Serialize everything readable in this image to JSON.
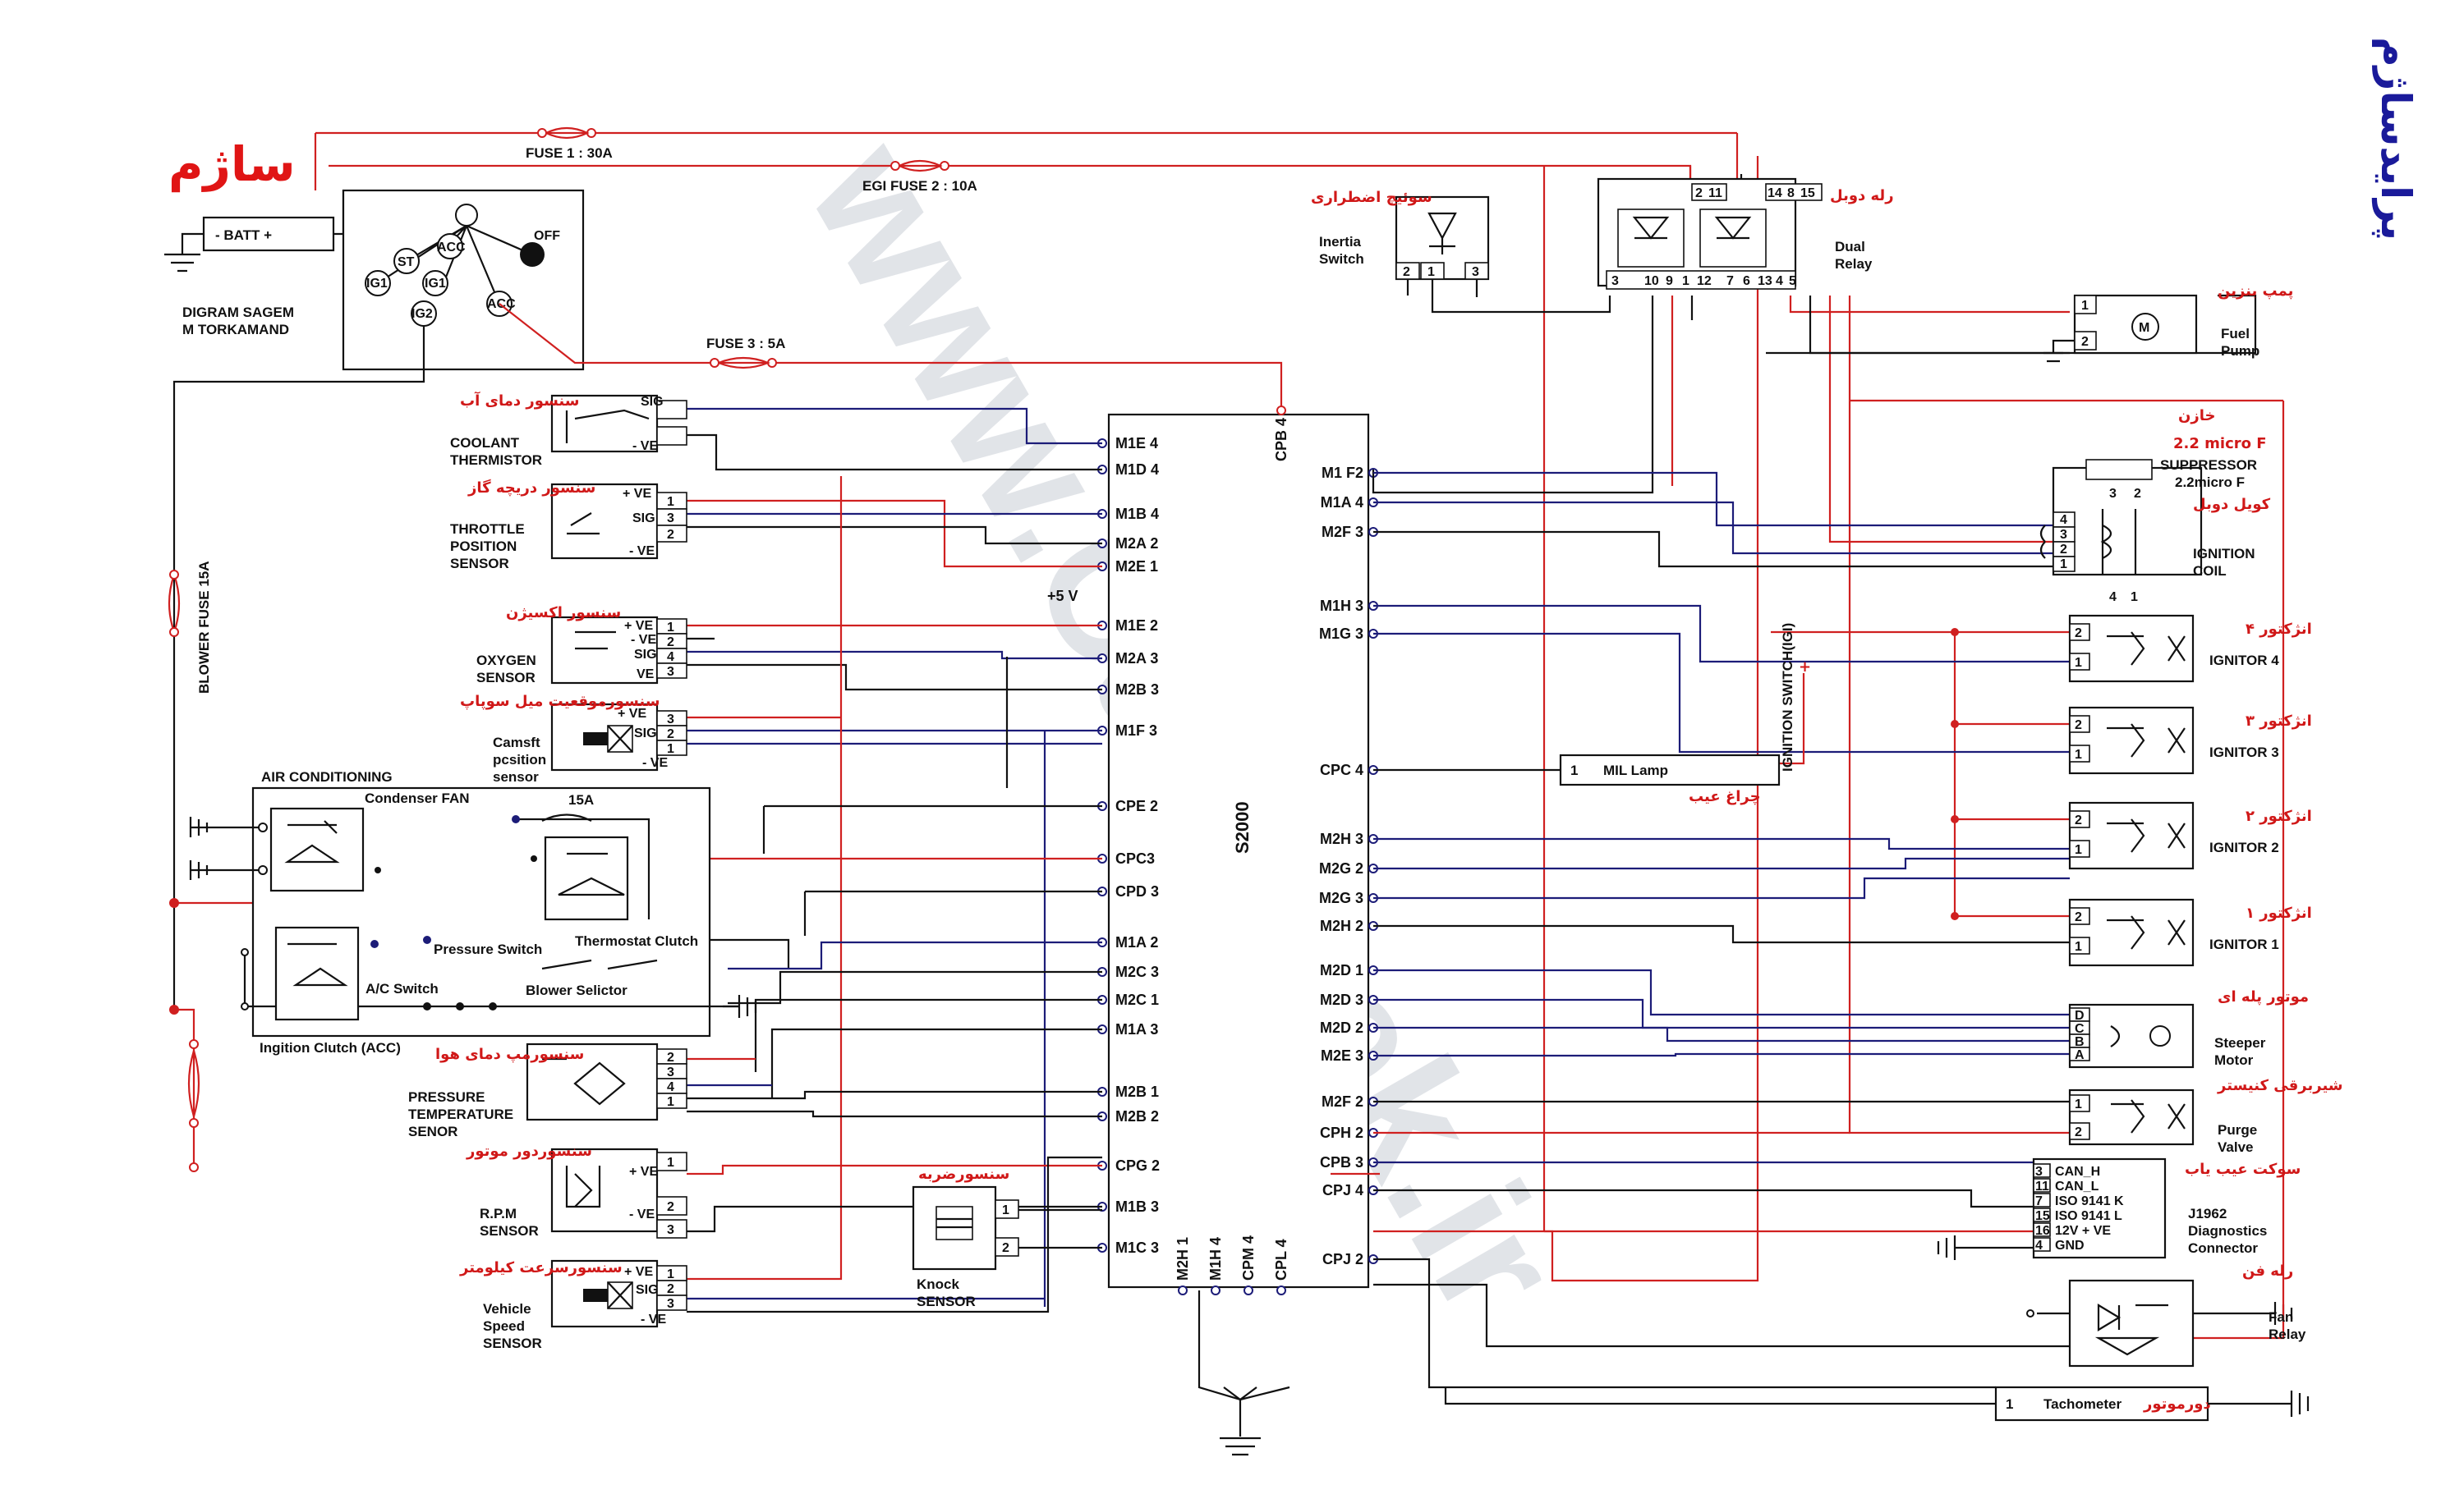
{
  "header": {
    "brand": "پرایدساژم",
    "title": "ساژم",
    "diagram_caption_1": "DIGRAM SAGEM",
    "diagram_caption_2": "M TORKAMAND",
    "watermark": "www.CarGeek.ir"
  },
  "power": {
    "battery": "- BATT +",
    "fuse_1": "FUSE 1 : 30A",
    "fuse_2": "EGI FUSE 2 : 10A",
    "fuse_3": "FUSE 3 : 5A",
    "blower_fuse": "BLOWER FUSE 15A",
    "ignition_positions": [
      "ST",
      "ACC",
      "OFF",
      "IG1",
      "IG1",
      "IG2",
      "ACC"
    ]
  },
  "ecu": {
    "name": "S2000",
    "plus5v": "+5 V",
    "left_pins": [
      "M1E 4",
      "M1D 4",
      "M1B 4",
      "M2A 2",
      "M2E 1",
      "M1E 2",
      "M2A 3",
      "M2B 3",
      "M1F 3",
      "CPE 2",
      "CPC3",
      "CPD 3",
      "M1A 2",
      "M2C 3",
      "M2C 1",
      "M1A 3",
      "M2B 1",
      "M2B 2",
      "CPG 2",
      "M1B 3",
      "M1C 3"
    ],
    "right_pins": [
      "M1 F2",
      "M1A 4",
      "M2F 3",
      "M1H 3",
      "M1G 3",
      "CPC 4",
      "M2H 3",
      "M2G 2",
      "M2G 3",
      "M2H 2",
      "M2D 1",
      "M2D 3",
      "M2D 2",
      "M2E 3",
      "M2F 2",
      "CPH 2",
      "CPB 3",
      "CPJ 4",
      "CPJ 2"
    ],
    "bottom_pins": [
      "M2H 1",
      "M1H 4",
      "CPM 4",
      "CPL 4"
    ],
    "top_pin": "CPB 4"
  },
  "left_components": [
    {
      "fa": "سنسور دمای آب",
      "en": [
        "COOLANT",
        "THERMISTOR"
      ],
      "pins": [
        "SIG",
        "- VE"
      ]
    },
    {
      "fa": "سنسور دریچه گاز",
      "en": [
        "THROTTLE",
        "POSITION",
        "SENSOR"
      ],
      "pins": [
        "+ VE",
        "SIG",
        "- VE"
      ],
      "nums": [
        "1",
        "3",
        "2"
      ]
    },
    {
      "fa": "سنسور اکسیژن",
      "en": [
        "OXYGEN",
        "SENSOR"
      ],
      "pins": [
        "+ VE",
        "- VE",
        "SIG",
        "VE"
      ],
      "nums": [
        "1",
        "2",
        "4",
        "3"
      ]
    },
    {
      "fa": "سنسورموقعیت میل سوپاپ",
      "en": [
        "Camsft",
        "pcsition",
        "sensor"
      ],
      "pins": [
        "+ VE",
        "SIG",
        "- VE"
      ],
      "nums": [
        "3",
        "2",
        "1"
      ]
    },
    {
      "fa": "سنسورمپ دمای هوا",
      "en": [
        "PRESSURE",
        "TEMPERATURE",
        "SENOR"
      ],
      "nums": [
        "2",
        "3",
        "4",
        "1"
      ]
    },
    {
      "fa": "سنسوردور موتور",
      "en": [
        "R.P.M",
        "SENSOR"
      ],
      "pins": [
        "+ VE",
        "- VE"
      ],
      "nums": [
        "1",
        "2",
        "3"
      ]
    },
    {
      "fa": "سنسورسرعت کیلومتر",
      "en": [
        "Vehicle",
        "Speed",
        "SENSOR"
      ],
      "pins": [
        "+ VE",
        "SIG",
        "- VE"
      ],
      "nums": [
        "1",
        "2",
        "3"
      ]
    }
  ],
  "ac": {
    "title": "AIR CONDITIONING",
    "condenser": "Condenser FAN",
    "fuse": "15A",
    "pressure_switch": "Pressure Switch",
    "thermostat": "Thermostat Clutch",
    "ac_switch": "A/C Switch",
    "blower": "Blower Selictor",
    "clutch": "Ingition Clutch (ACC)"
  },
  "knock": {
    "fa": "سنسورضربه",
    "en": [
      "Knock",
      "SENSOR"
    ],
    "nums": [
      "1",
      "2"
    ]
  },
  "right_components": {
    "inertia": {
      "fa": "سوئیچ اضطراری",
      "en": [
        "Inertia",
        "Switch"
      ],
      "nums": [
        "2",
        "1",
        "3"
      ]
    },
    "dual_relay": {
      "fa": "رله دوبل",
      "en": [
        "Dual",
        "Relay"
      ],
      "top_nums": [
        "2",
        "11",
        "14",
        "8",
        "15"
      ],
      "bottom_nums": [
        "3",
        "10",
        "9",
        "1",
        "12",
        "7",
        "6",
        "13",
        "4",
        "5"
      ]
    },
    "fuel_pump": {
      "fa": "پمپ بنزین",
      "en": [
        "Fuel",
        "Pump"
      ],
      "nums": [
        "1",
        "2"
      ]
    },
    "suppressor": {
      "fa": "خازن",
      "value": "2.2 micro F",
      "en": [
        "SUPPRESSOR",
        "2.2micro F"
      ],
      "nums": [
        "3",
        "2"
      ]
    },
    "coil": {
      "fa": "کویل دوبل",
      "en": [
        "IGNITION",
        "COIL"
      ],
      "nums": [
        "4",
        "3",
        "2",
        "1",
        "4",
        "1"
      ]
    },
    "injectors": [
      {
        "fa": "انژکتور ۴",
        "en": "IGNITOR 4"
      },
      {
        "fa": "انژکتور ۳",
        "en": "IGNITOR 3"
      },
      {
        "fa": "انژکتور ۲",
        "en": "IGNITOR 2"
      },
      {
        "fa": "انژکتور ۱",
        "en": "IGNITOR 1"
      }
    ],
    "mil": {
      "num": "1",
      "en": "MIL Lamp",
      "fa": "چراغ عیب"
    },
    "ign_switch": "IGNITION SWITCH(IGI)",
    "stepper": {
      "fa": "موتور پله ای",
      "en": [
        "Steeper",
        "Motor"
      ],
      "nums": [
        "D",
        "C",
        "B",
        "A"
      ]
    },
    "purge": {
      "fa": "شیربرقی کنیستر",
      "en": [
        "Purge",
        "Valve"
      ],
      "nums": [
        "1",
        "2"
      ]
    },
    "diag": {
      "fa": "سوکت عیب یاب",
      "en": [
        "J1962",
        "Diagnostics",
        "Connector"
      ],
      "pins": [
        [
          "3",
          "CAN_H"
        ],
        [
          "11",
          "CAN_L"
        ],
        [
          "7",
          "ISO 9141 K"
        ],
        [
          "15",
          "ISO 9141 L"
        ],
        [
          "16",
          "12V + VE"
        ],
        [
          "4",
          "GND"
        ]
      ]
    },
    "fan_relay": {
      "fa": "رله فن",
      "en": [
        "Fan",
        "Relay"
      ]
    },
    "tach": {
      "num": "1",
      "en": "Tachometer",
      "fa": "دورموتور"
    }
  },
  "colors": {
    "red": "#d02020",
    "blue": "#1c1c78",
    "black": "#111111",
    "title_red": "#e01515",
    "brand_blue": "#1a1a9a"
  }
}
